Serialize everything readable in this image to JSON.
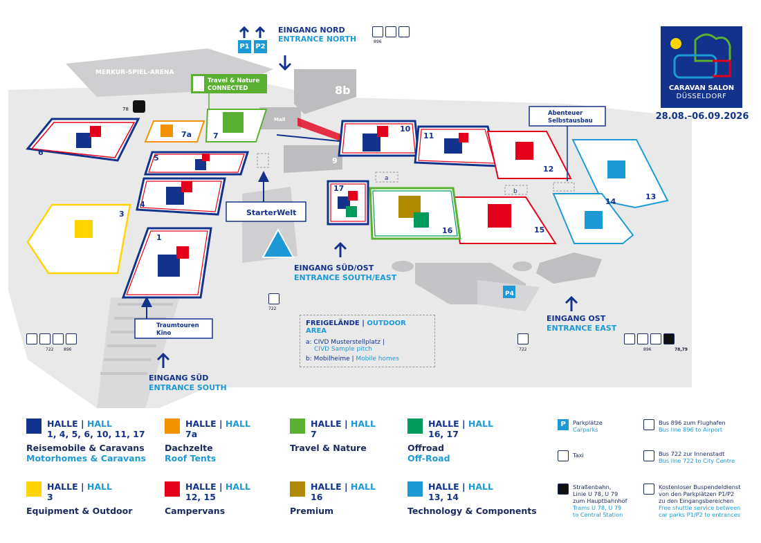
{
  "brand": {
    "line1": "CARAVAN SALON",
    "line2": "DÜSSELDORF",
    "dates": "28.08.–06.09.2026"
  },
  "colors": {
    "navy": "#12328c",
    "blue": "#1d9ad6",
    "red": "#e3001b",
    "orange": "#f39200",
    "green": "#59b031",
    "yellow": "#ffd400",
    "olive": "#b08a00",
    "teal": "#009a5a",
    "grey": "#dcdcdc"
  },
  "entrances": {
    "north_de": "EINGANG NORD",
    "north_en": "ENTRANCE NORTH",
    "p1": "P1",
    "p2": "P2",
    "southeast_de": "EINGANG SÜD/OST",
    "southeast_en": "ENTRANCE SOUTH/EAST",
    "south_de": "EINGANG SÜD",
    "south_en": "ENTRANCE SOUTH",
    "east_de": "EINGANG OST",
    "east_en": "ENTRANCE EAST"
  },
  "map": {
    "arena": "MERKUR-SPIEL-ARENA",
    "hall8b": "8b",
    "hall9": "9",
    "mall": "Mall",
    "travel_nature_de": "Travel & Nature",
    "travel_nature_en": "CONNECTED",
    "abenteuer_1": "Abenteuer",
    "abenteuer_2": "Selbstausbau",
    "starterwelt": "StarterWelt",
    "traumtouren_1": "Traumtouren",
    "traumtouren_2": "Kino",
    "area_a": "a",
    "area_b": "b",
    "p4": "P4",
    "tram_78": "78",
    "tram_7879": "78,79",
    "bus_722": "722",
    "bus_896": "896",
    "halls": [
      "1",
      "3",
      "4",
      "5",
      "6",
      "7",
      "7a",
      "10",
      "11",
      "12",
      "13",
      "14",
      "15",
      "16",
      "17"
    ]
  },
  "outdoor": {
    "title_de": "FREIGELÄNDE",
    "title_en": "OUTDOOR AREA",
    "a_de": "a: CIVD Musterstellplatz |",
    "a_en": "CIVD Sample pitch",
    "b_de": "b: Mobilheime",
    "b_en": "Mobile homes"
  },
  "legend": {
    "halle": "HALLE",
    "hall": "HALL",
    "items": [
      {
        "nums": "1, 4, 5, 6, 10, 11, 17",
        "de": "Reisemobile & Caravans",
        "en": "Motorhomes & Caravans",
        "icon": "motorhome-icon",
        "color": "#12328c"
      },
      {
        "nums": "7a",
        "de": "Dachzelte",
        "en": "Roof Tents",
        "icon": "roof-tent-icon",
        "color": "#f39200"
      },
      {
        "nums": "7",
        "de": "Travel & Nature",
        "en": "",
        "icon": "navigation-icon",
        "color": "#59b031"
      },
      {
        "nums": "16, 17",
        "de": "Offroad",
        "en": "Off-Road",
        "icon": "offroad-icon",
        "color": "#009a5a"
      },
      {
        "nums": "3",
        "de": "Equipment & Outdoor",
        "en": "",
        "icon": "tent-icon",
        "color": "#ffd400"
      },
      {
        "nums": "12, 15",
        "de": "Campervans",
        "en": "",
        "icon": "campervan-icon",
        "color": "#e3001b"
      },
      {
        "nums": "16",
        "de": "Premium",
        "en": "",
        "icon": "star-icon",
        "color": "#b08a00"
      },
      {
        "nums": "13, 14",
        "de": "Technology & Components",
        "en": "",
        "icon": "phone-icon",
        "color": "#1d9ad6"
      }
    ]
  },
  "info": {
    "parking_de": "Parkplätze",
    "parking_en": "Carparks",
    "taxi": "Taxi",
    "tram_de_1": "Straßenbahn,",
    "tram_de_2": "Linie U 78, U 79",
    "tram_de_3": "zum Hauptbahnhof",
    "tram_en_1": "Trams U 78, U 79",
    "tram_en_2": "to Central Station",
    "bus896_de": "Bus 896 zum Flughafen",
    "bus896_en": "Bus line 896 to Airport",
    "bus722_de": "Bus 722 zur Innenstadt",
    "bus722_en": "Bus line 722 to City Centre",
    "shuttle_de_1": "Kostenloser Buspendeldienst",
    "shuttle_de_2": "von den Parkplätzen P1/P2",
    "shuttle_de_3": "zu den Eingangsbereichen",
    "shuttle_en_1": "Free shuttle service between",
    "shuttle_en_2": "car parks P1/P2 to entrances"
  }
}
